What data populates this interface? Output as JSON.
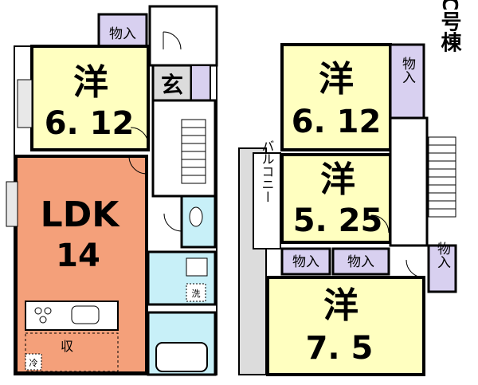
{
  "title": "C号棟",
  "colors": {
    "yellow": "#ffffc0",
    "ldk": "#f4a07a",
    "blue": "#c8f0f8",
    "purple": "#d8d0f0",
    "grey": "#dcdcdc",
    "wall": "#000000"
  },
  "rooms": {
    "western_1f": {
      "kanji": "洋",
      "size": "6. 12"
    },
    "entrance": "玄",
    "ldk": {
      "label": "LDK",
      "size": "14"
    },
    "storage_1f": "物入",
    "kitchen_storage": "収",
    "washer": "洗",
    "fridge": "冷",
    "western_2f_a": {
      "kanji": "洋",
      "size": "6. 12"
    },
    "western_2f_b": {
      "kanji": "洋",
      "size": "5. 25"
    },
    "western_2f_c": {
      "kanji": "洋",
      "size": "7. 5"
    },
    "balcony": "バルコニー",
    "storage_2f_right_top": "物入",
    "storage_2f_left": "物入",
    "storage_2f_mid": "物入",
    "storage_2f_right_bottom": "物入"
  }
}
